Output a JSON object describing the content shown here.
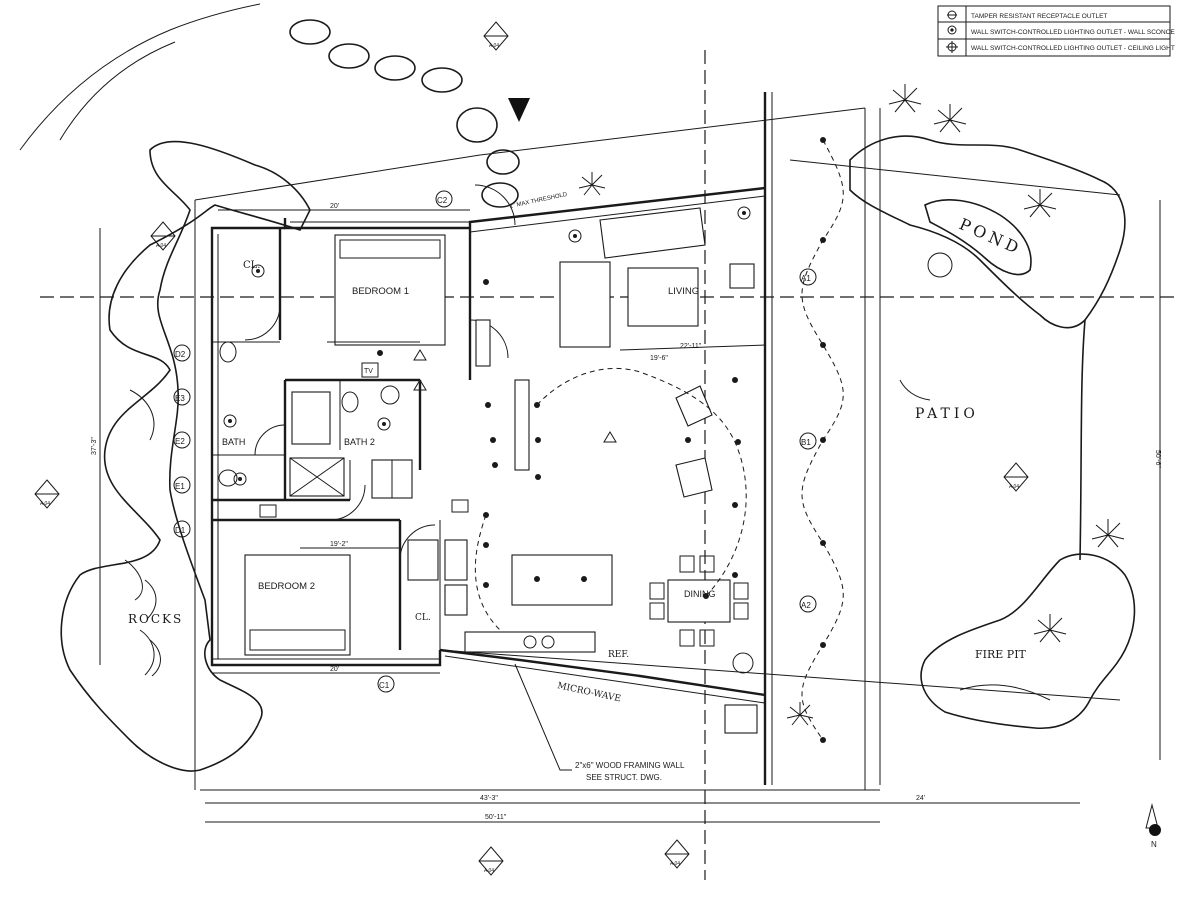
{
  "legend": {
    "items": [
      {
        "symbol": "receptacle",
        "label": "TAMPER RESISTANT RECEPTACLE OUTLET"
      },
      {
        "symbol": "wall-sconce",
        "label": "WALL SWITCH-CONTROLLED LIGHTING OUTLET - WALL SCONCE"
      },
      {
        "symbol": "ceiling-light",
        "label": "WALL SWITCH-CONTROLLED LIGHTING OUTLET - CEILING LIGHT"
      }
    ]
  },
  "rooms": {
    "bedroom1": "BEDROOM 1",
    "bedroom2": "BEDROOM 2",
    "bath": "BATH",
    "bath2": "BATH 2",
    "living": "LIVING",
    "dining": "DINING",
    "closet": "CL.",
    "closet2": "CL."
  },
  "site": {
    "rocks": "ROCKS",
    "pond": "POND",
    "patio": "PATIO",
    "fire_pit": "FIRE PIT",
    "ref": "REF.",
    "micro_wave": "MICRO-WAVE",
    "tv": "TV",
    "threshold": "1\" MAX THRESHOLD"
  },
  "grid": {
    "c2": "C2",
    "c1": "C1",
    "d2": "D2",
    "d1": "D1",
    "e3": "E3",
    "e2": "E2",
    "e1": "E1",
    "a1": "A1",
    "a2": "A2",
    "b1": "B1"
  },
  "dimensions": {
    "d20_top": "20'",
    "d20_bottom": "20'",
    "d43_3": "43'-3\"",
    "d50_11": "50'-11\"",
    "d24": "24'",
    "d22_11": "22'-11\"",
    "d19_6": "19'-6\"",
    "d19_2": "19'-2\"",
    "d37_3": "37'-3\"",
    "d50_6": "50'-6\""
  },
  "callouts": {
    "section_a04": "A 04"
  },
  "note": {
    "line1": "2\"x6\" WOOD FRAMING WALL",
    "line2": "SEE STRUCT. DWG."
  },
  "north": {
    "label": "N"
  }
}
